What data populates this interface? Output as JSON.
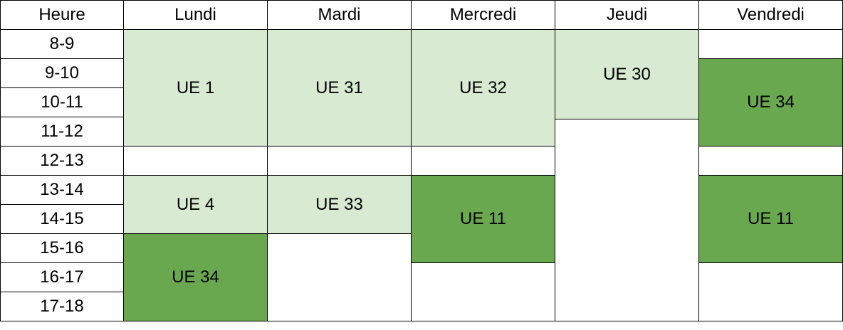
{
  "headers": [
    "Heure",
    "Lundi",
    "Mardi",
    "Mercredi",
    "Jeudi",
    "Vendredi"
  ],
  "hours": [
    "8-9",
    "9-10",
    "10-11",
    "11-12",
    "12-13",
    "13-14",
    "14-15",
    "15-16",
    "16-17",
    "17-18"
  ],
  "cells": {
    "lundi_ue1": "UE 1",
    "lundi_ue4": "UE 4",
    "lundi_ue34": "UE 34",
    "mardi_ue31": "UE 31",
    "mardi_ue33": "UE 33",
    "mercredi_ue32": "UE 32",
    "mercredi_ue11": "UE 11",
    "jeudi_ue30": "UE 30",
    "vendredi_ue34": "UE 34",
    "vendredi_ue11": "UE 11"
  },
  "colors": {
    "light_green": "#d9ead3",
    "dark_green": "#6aa84f"
  }
}
